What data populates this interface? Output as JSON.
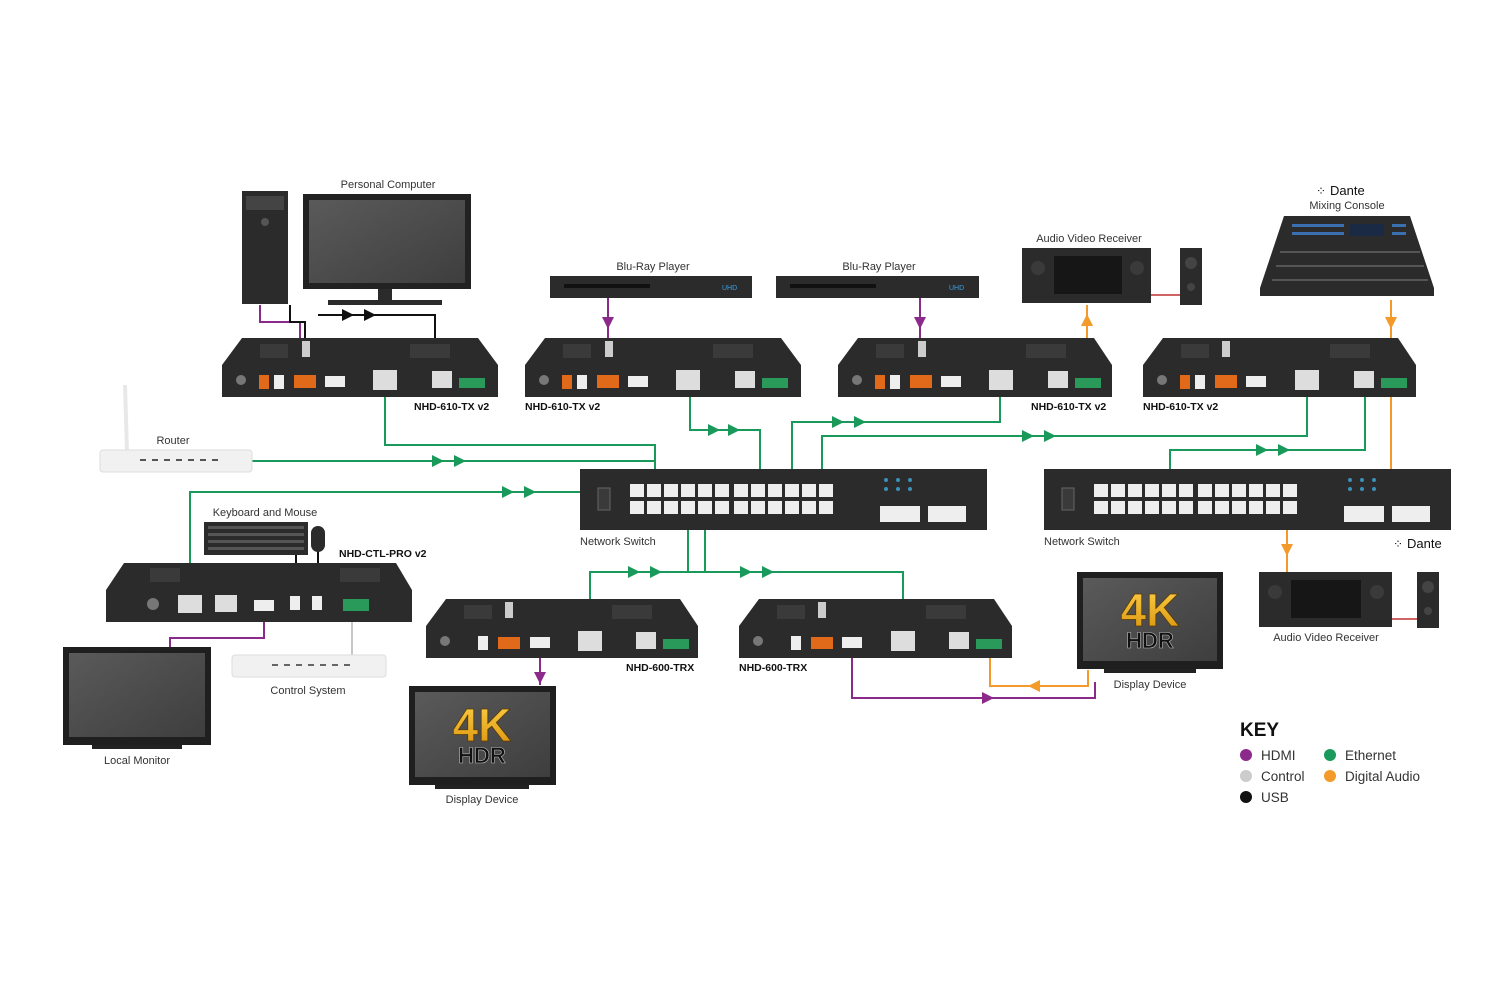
{
  "labels": {
    "personal_computer": "Personal Computer",
    "blu_ray_1": "Blu-Ray Player",
    "blu_ray_2": "Blu-Ray Player",
    "avr_top": "Audio Video Receiver",
    "dante_brand_top": "Dante",
    "mixing_console": "Mixing Console",
    "router": "Router",
    "keyboard_mouse": "Keyboard and Mouse",
    "network_switch_1": "Network Switch",
    "network_switch_2": "Network Switch",
    "dante_brand_bottom": "Dante",
    "avr_bottom": "Audio Video Receiver",
    "local_monitor": "Local Monitor",
    "control_system": "Control System",
    "display_device_1": "Display Device",
    "display_device_2": "Display Device",
    "uhd_badge": "UHD"
  },
  "models": {
    "tx1": "NHD-610-TX v2",
    "tx2": "NHD-610-TX v2",
    "tx3": "NHD-610-TX v2",
    "tx4": "NHD-610-TX v2",
    "ctl": "NHD-CTL-PRO v2",
    "trx1": "NHD-600-TRX",
    "trx2": "NHD-600-TRX"
  },
  "screen_text": {
    "top": "4K",
    "bottom": "HDR"
  },
  "key": {
    "title": "KEY",
    "items": [
      {
        "label": "HDMI",
        "color": "#8c2a8c"
      },
      {
        "label": "Ethernet",
        "color": "#1a9a5a"
      },
      {
        "label": "Control",
        "color": "#cccccc"
      },
      {
        "label": "Digital Audio",
        "color": "#f39a2a"
      },
      {
        "label": "USB",
        "color": "#111111"
      }
    ]
  },
  "colors": {
    "hdmi": "#8c2a8c",
    "ethernet": "#1a9a5a",
    "control": "#cccccc",
    "usb": "#111111",
    "digital_audio": "#f39a2a",
    "device_body": "#2a2a2a",
    "logo_4k": "#f2b01e"
  }
}
